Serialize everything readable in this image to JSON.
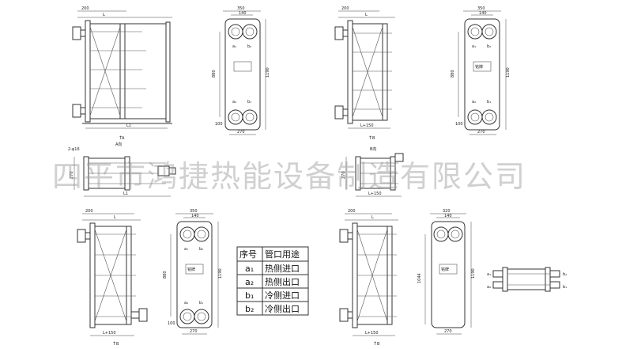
{
  "watermark": "四平市鸿捷热能设备制造有限公司",
  "table": {
    "header": [
      "序号",
      "管口用途"
    ],
    "rows": [
      [
        "a₁",
        "热侧进口"
      ],
      [
        "a₂",
        "热侧出口"
      ],
      [
        "b₁",
        "冷侧进口"
      ],
      [
        "b₂",
        "冷侧出口"
      ]
    ]
  },
  "views": {
    "topleft_side": {
      "dims": [
        "200",
        "L",
        "L1"
      ],
      "view": "A"
    },
    "topleft_front": {
      "dims": [
        "350",
        "140",
        "880",
        "100",
        "270",
        "1190"
      ],
      "ports": [
        "a₁",
        "b₂",
        "a₂",
        "b₁"
      ]
    },
    "topright_side": {
      "dims": [
        "200",
        "L",
        "L+150"
      ],
      "view": "B"
    },
    "topright_front": {
      "dims": [
        "350",
        "140",
        "880",
        "100",
        "270",
        "1190"
      ],
      "ports": [
        "a₁",
        "b₂",
        "a₂",
        "b₁"
      ],
      "nameplate": "铭牌"
    },
    "midleft_plan": {
      "dims": [
        "2-φ16",
        "A向",
        "270",
        "L1"
      ]
    },
    "midright_plan": {
      "dims": [
        "B向",
        "270",
        "L+150"
      ]
    },
    "botleft_side": {
      "dims": [
        "200",
        "L",
        "L+150"
      ],
      "view": "B"
    },
    "botleft_front": {
      "dims": [
        "350",
        "140",
        "880",
        "100",
        "270",
        "1190"
      ],
      "ports": [
        "a₁",
        "b₂",
        "a₂",
        "b₁"
      ],
      "nameplate": "铭牌"
    },
    "botright_side": {
      "dims": [
        "200",
        "L",
        "L+150"
      ],
      "view": "B"
    },
    "botright_front": {
      "dims": [
        "320",
        "140",
        "1044",
        "270",
        "1190"
      ],
      "nameplate": "铭牌"
    },
    "botright_small": {
      "ports": [
        "a₁",
        "b₂",
        "a₂",
        "b₁"
      ]
    }
  }
}
